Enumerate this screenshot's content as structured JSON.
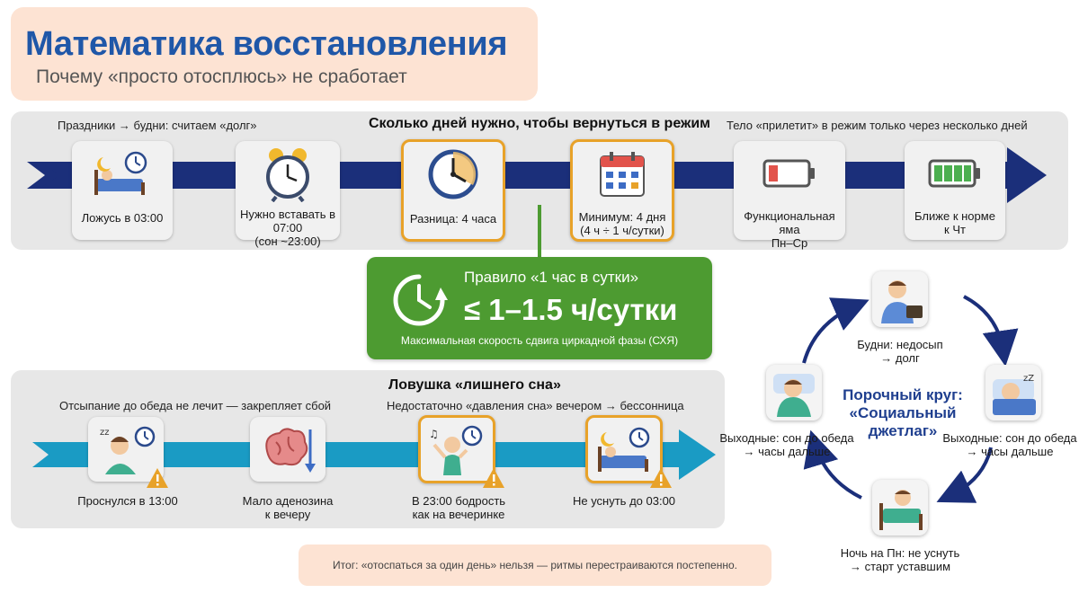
{
  "header": {
    "title": "Математика восстановления",
    "subtitle": "Почему «просто отосплюсь» не сработает"
  },
  "timeline1": {
    "left_caption": "Праздники → будни: считаем «долг»",
    "heading": "Сколько дней нужно, чтобы вернуться в режим",
    "right_caption": "Тело «прилетит» в режим только через несколько дней",
    "cards": [
      {
        "label": "Ложусь в 03:00",
        "icon": "bed-moon-clock-icon"
      },
      {
        "label": "Нужно вставать в 07:00\n(сон ~23:00)",
        "icon": "alarm-clock-icon"
      },
      {
        "label": "Разница: 4 часа",
        "icon": "clock-icon"
      },
      {
        "label": "Минимум: 4 дня\n(4 ч ÷ 1 ч/сутки)",
        "icon": "calendar-icon"
      },
      {
        "label": "Функциональная яма\nПн–Ср",
        "icon": "low-battery-icon"
      },
      {
        "label": "Ближе к норме\nк Чт",
        "icon": "full-battery-icon"
      }
    ]
  },
  "rule": {
    "title": "Правило «1 час в сутки»",
    "value": "≤ 1–1.5 ч/сутки",
    "footnote": "Максимальная скорость сдвига циркадной фазы (СХЯ)"
  },
  "trap": {
    "heading": "Ловушка «лишнего сна»",
    "left_caption": "Отсыпание до обеда не лечит — закрепляет сбой",
    "right_caption": "Недостаточно «давления сна» вечером → бессонница",
    "cards": [
      {
        "label": "Проснулся в 13:00",
        "icon": "sleepy-person-clock-icon"
      },
      {
        "label": "Мало аденозина\nк вечеру",
        "icon": "brain-arrow-down-icon"
      },
      {
        "label": "В 23:00 бодрость\nкак на вечеринке",
        "icon": "party-person-clock-icon"
      },
      {
        "label": "Не уснуть до 03:00",
        "icon": "bed-moon-clock-icon"
      }
    ]
  },
  "cycle": {
    "center": "Порочный круг:\n«Социальный\nджетлаг»",
    "nodes": [
      {
        "label": "Будни: недосып\n→ долг",
        "icon": "worker-briefcase-icon"
      },
      {
        "label": "Выходные: сон до обеда\n→ часы дальше",
        "icon": "sleeping-person-icon"
      },
      {
        "label": "Ночь на Пн: не уснуть\n→ старт уставшим",
        "icon": "awake-in-bed-icon"
      },
      {
        "label": "Выходные: сон до обеда\n→ часы дальше",
        "icon": "tired-person-icon"
      }
    ]
  },
  "footer": {
    "text": "Итог: «отоспаться за один день» нельзя — ритмы перестраиваются постепенно."
  },
  "colors": {
    "title_blue": "#1f57a8",
    "arrow_navy": "#1b2f7a",
    "arrow_teal": "#1a9bc4",
    "highlight_orange": "#e8a229",
    "rule_green": "#4d9b31",
    "peach": "#fde3d3"
  }
}
